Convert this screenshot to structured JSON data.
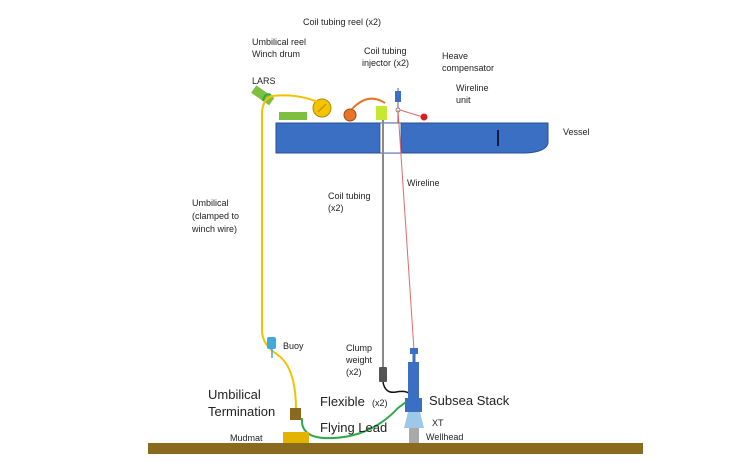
{
  "labels": {
    "coil_tubing_reel": "Coil tubing reel (x2)",
    "umbilical_reel_l1": "Umbilical reel",
    "umbilical_reel_l2": "Winch drum",
    "coil_tubing_injector_l1": "Coil tubing",
    "coil_tubing_injector_l2": "injector (x2)",
    "heave_compensator_l1": "Heave",
    "heave_compensator_l2": "compensator",
    "wireline_unit_l1": "Wireline",
    "wireline_unit_l2": "unit",
    "lars": "LARS",
    "vessel": "Vessel",
    "wireline": "Wireline",
    "coil_tubing_l1": "Coil tubing",
    "coil_tubing_l2": "(x2)",
    "umbilical_l1": "Umbilical",
    "umbilical_l2": "(clamped to",
    "umbilical_l3": "winch wire)",
    "buoy": "Buoy",
    "clump_weight_l1": "Clump",
    "clump_weight_l2": "weight",
    "clump_weight_l3": "(x2)",
    "umbilical_termination_l1": "Umbilical",
    "umbilical_termination_l2": "Termination",
    "flexible": "Flexible",
    "flexible_x2": "(x2)",
    "flying_lead": "Flying Lead",
    "subsea_stack": "Subsea Stack",
    "xt": "XT",
    "mudmat": "Mudmat",
    "wellhead": "Wellhead"
  },
  "colors": {
    "vessel": "#3a6fc4",
    "umbilical": "#f2c200",
    "lars": "#7dbf3f",
    "winch_drum": "#f5c400",
    "coil_reel": "#e8742a",
    "injector": "#c7e832",
    "wireline": "#e06a6a",
    "wireline_unit": "#d62020",
    "coil_tubing": "#8a8a8a",
    "subsea_stack": "#3a6fc4",
    "xt": "#9ec8e8",
    "flying_lead": "#2ea84a",
    "seabed": "#8a6a1e",
    "mudmat": "#e2b400",
    "termination": "#8a6a1e",
    "buoy": "#3fa9e0",
    "clump_weight": "#555555"
  }
}
